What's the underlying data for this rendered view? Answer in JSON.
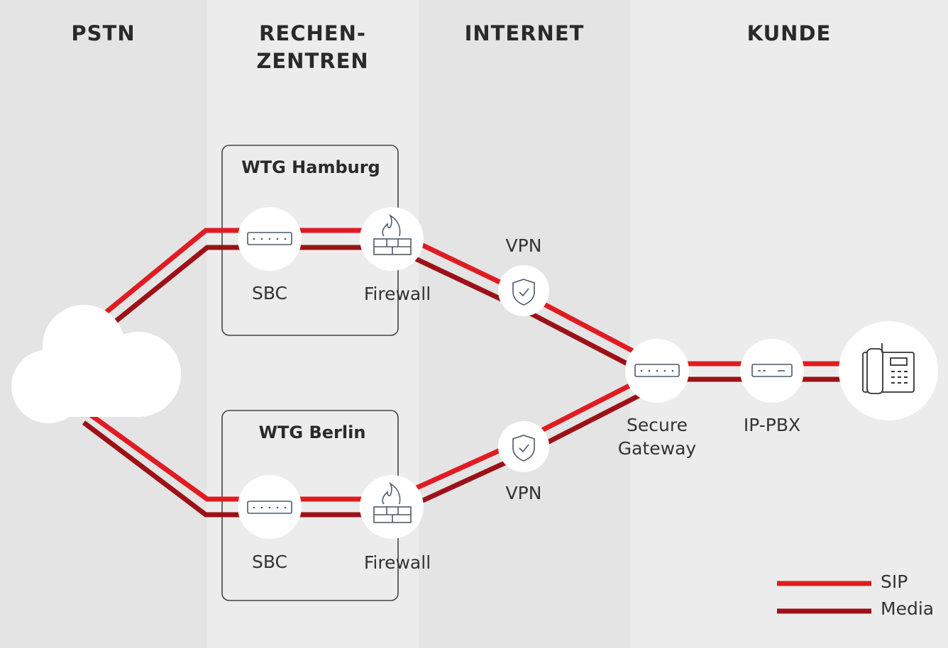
{
  "columns": [
    {
      "id": "pstn",
      "title": "PSTN",
      "color": "#e4e4e4"
    },
    {
      "id": "rz",
      "title": "RECHEN-\nZENTREN",
      "color": "#ececec"
    },
    {
      "id": "internet",
      "title": "INTERNET",
      "color": "#e4e4e4"
    },
    {
      "id": "kunde",
      "title": "KUNDE",
      "color": "#ececec"
    }
  ],
  "datacenters": {
    "hamburg": {
      "title": "WTG Hamburg",
      "sbc": "SBC",
      "firewall": "Firewall"
    },
    "berlin": {
      "title": "WTG Berlin",
      "sbc": "SBC",
      "firewall": "Firewall"
    }
  },
  "vpn_top": "VPN",
  "vpn_bottom": "VPN",
  "gateway": "Secure\nGateway",
  "pbx": "IP-PBX",
  "legend": {
    "sip": {
      "label": "SIP",
      "color": "#e01b22"
    },
    "media": {
      "label": "Media",
      "color": "#9c1117"
    }
  },
  "colors": {
    "node": "#ffffff",
    "icon_stroke": "#4a5a6a",
    "box_stroke": "#444444"
  }
}
